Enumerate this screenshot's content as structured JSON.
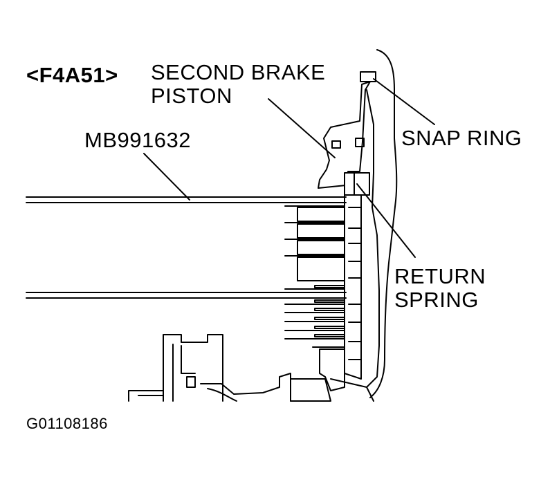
{
  "model_tag": "<F4A51>",
  "labels": {
    "second_brake_piston": [
      "SECOND BRAKE",
      "PISTON"
    ],
    "tool_number": "MB991632",
    "snap_ring": "SNAP RING",
    "return_spring": [
      "RETURN",
      "SPRING"
    ]
  },
  "figure_id": "G01108186"
}
